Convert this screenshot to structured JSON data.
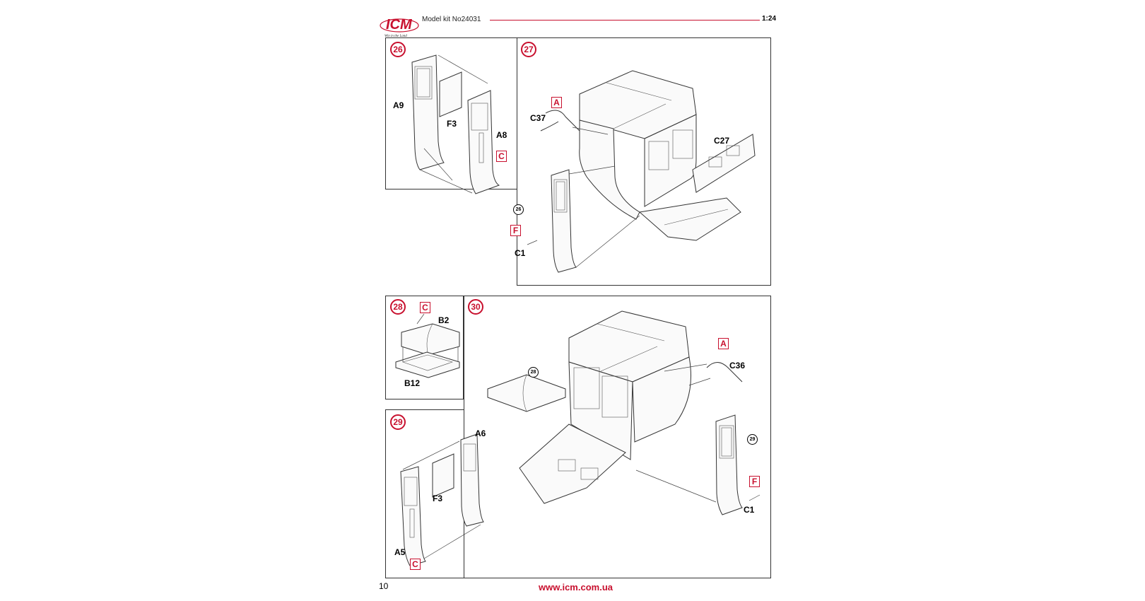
{
  "header": {
    "logo_text": "ICM",
    "logo_tagline": "Win in the Land",
    "kit_label": "Model kit No24031",
    "scale": "1:24",
    "accent_color": "#c8102e"
  },
  "steps": [
    {
      "number": "26",
      "parts": [
        "A9",
        "F3",
        "A8"
      ],
      "glue_tag": "C"
    },
    {
      "number": "27",
      "parts": [
        "C37",
        "C27",
        "C1"
      ],
      "glue_tags": [
        "A",
        "F"
      ],
      "sub_ref": "26"
    },
    {
      "number": "28",
      "parts": [
        "B2",
        "B12"
      ],
      "glue_tag": "C"
    },
    {
      "number": "29",
      "parts": [
        "A6",
        "F3",
        "A5"
      ],
      "glue_tag": "C"
    },
    {
      "number": "30",
      "parts": [
        "C36",
        "C1"
      ],
      "glue_tags": [
        "A",
        "F"
      ],
      "sub_refs": [
        "28",
        "29"
      ]
    }
  ],
  "footer": {
    "page_number": "10",
    "url": "www.icm.com.ua"
  }
}
